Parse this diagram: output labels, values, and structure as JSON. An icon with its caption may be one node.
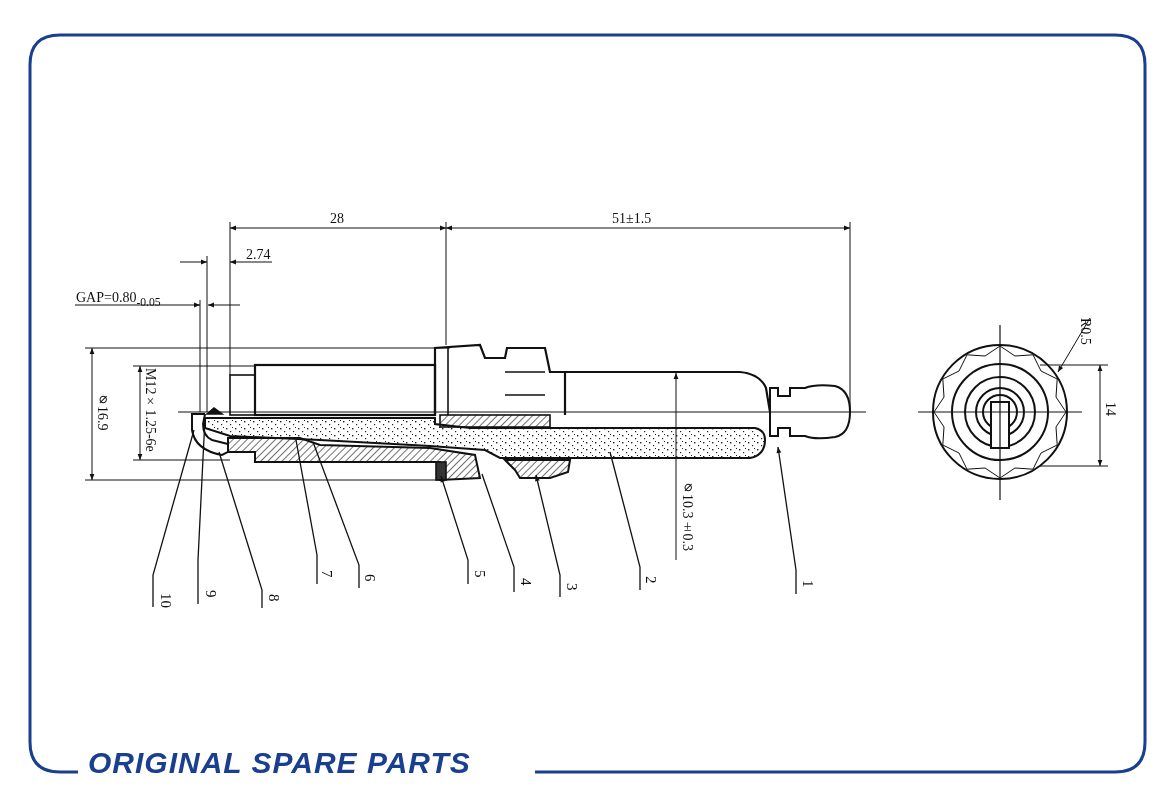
{
  "diagram": {
    "nodes": [
      {
        "text": [
          "10"
        ]
      },
      {
        "text": [
          "9"
        ]
      },
      {
        "text": [
          "8"
        ]
      },
      {
        "text": [
          "7"
        ]
      },
      {
        "text": [
          "6"
        ]
      },
      {
        "text": [
          "5"
        ]
      },
      {
        "text": [
          "4"
        ]
      },
      {
        "text": [
          "3"
        ]
      },
      {
        "text": [
          "2"
        ]
      },
      {
        "text": [
          "1"
        ]
      }
    ],
    "edges": [
      {
        "from": 0,
        "to": null,
        "arrow": "none"
      },
      {
        "from": 1,
        "to": null,
        "arrow": "none"
      },
      {
        "from": 2,
        "to": null,
        "arrow": "none"
      },
      {
        "from": 3,
        "to": null,
        "arrow": "none"
      },
      {
        "from": 4,
        "to": null,
        "arrow": "none"
      },
      {
        "from": 5,
        "to": null,
        "arrow": "to"
      },
      {
        "from": 6,
        "to": null,
        "arrow": "none"
      },
      {
        "from": 7,
        "to": null,
        "arrow": "to"
      },
      {
        "from": 8,
        "to": null,
        "arrow": "none"
      },
      {
        "from": 9,
        "to": null,
        "arrow": "to"
      }
    ],
    "labels": [
      "28",
      "51±1.5",
      "2.74",
      "GAP=0.80$_{-0.05}$",
      "⌀16.9",
      "M12×1.25-6e",
      "⌀10.3±0.3",
      "R0.5",
      "14",
      "ORIGINAL SPARE PARTS"
    ]
  }
}
